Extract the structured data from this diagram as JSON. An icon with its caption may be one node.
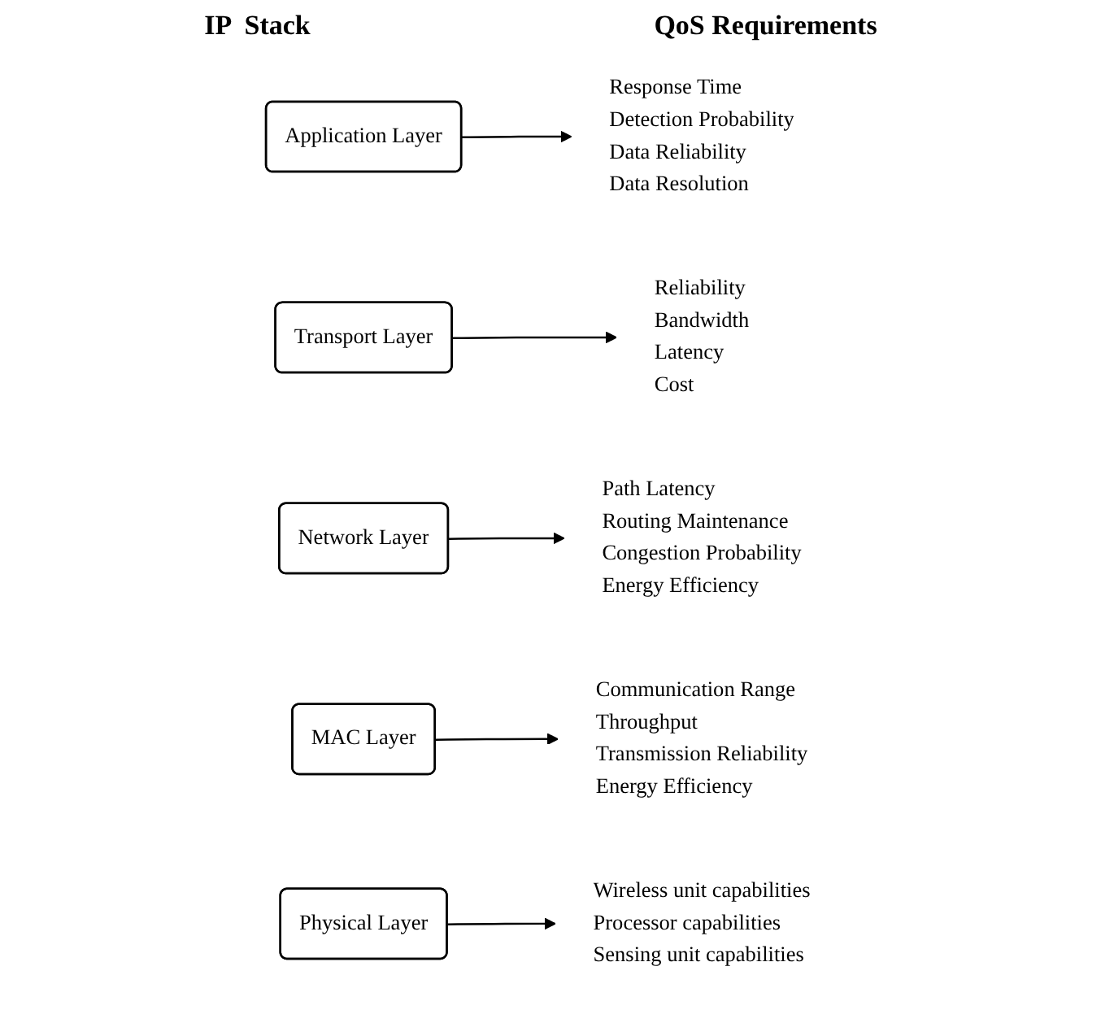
{
  "diagram": {
    "nodes": [
      {
        "text": [
          "Application Layer"
        ]
      },
      {
        "text": [
          "Response Time",
          "Detection Probability",
          "Data Reliability",
          "Data Resolution"
        ]
      },
      {
        "text": [
          "Transport Layer"
        ]
      },
      {
        "text": [
          "Reliability",
          "Bandwidth",
          "Latency",
          "Cost"
        ]
      },
      {
        "text": [
          "Network Layer"
        ]
      },
      {
        "text": [
          "Path Latency",
          "Routing Maintenance",
          "Congestion Probability",
          "Energy Efficiency"
        ]
      },
      {
        "text": [
          "MAC Layer"
        ]
      },
      {
        "text": [
          "Communication Range",
          "Throughput",
          "Transmission Reliability",
          "Energy Efficiency"
        ]
      },
      {
        "text": [
          "Physical Layer"
        ]
      },
      {
        "text": [
          "Wireless unit capabilities",
          "Processor capabilities",
          "Sensing unit capabilities"
        ]
      }
    ],
    "edges": [
      {
        "from": 0,
        "to": 1,
        "arrow": "to"
      },
      {
        "from": 2,
        "to": 3,
        "arrow": "to"
      },
      {
        "from": 4,
        "to": 5,
        "arrow": "to"
      },
      {
        "from": 6,
        "to": 7,
        "arrow": "to"
      },
      {
        "from": 8,
        "to": 9,
        "arrow": "to"
      }
    ],
    "labels": [
      "IP  Stack",
      "QoS Requirements"
    ]
  }
}
